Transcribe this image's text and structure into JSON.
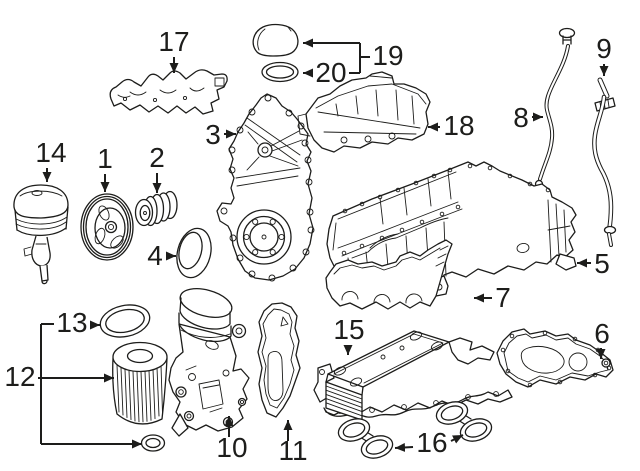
{
  "colors": {
    "background": "#ffffff",
    "line": "#1d1d1b"
  },
  "callouts": [
    "1",
    "2",
    "3",
    "4",
    "5",
    "6",
    "7",
    "8",
    "9",
    "10",
    "11",
    "12",
    "13",
    "14",
    "15",
    "16",
    "17",
    "18",
    "19",
    "20"
  ]
}
